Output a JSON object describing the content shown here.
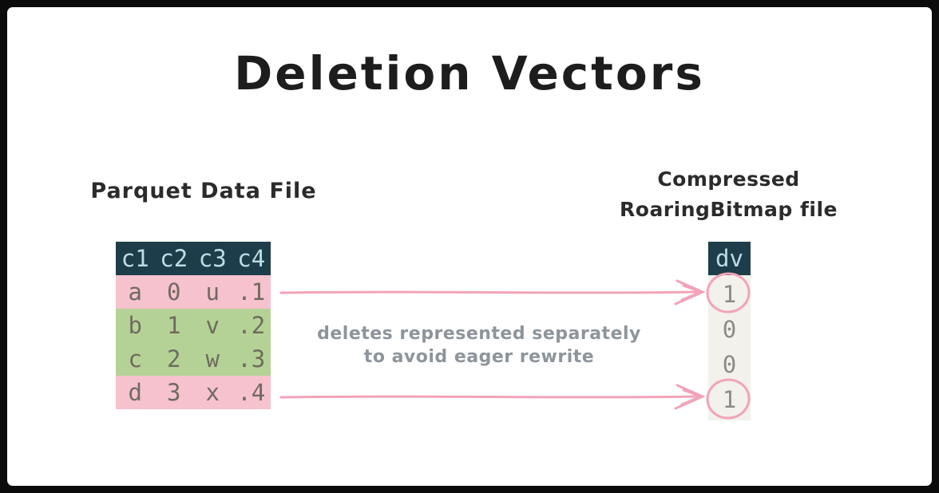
{
  "title": "Deletion Vectors",
  "parquet": {
    "label": "Parquet Data File",
    "headers": [
      "c1",
      "c2",
      "c3",
      "c4"
    ],
    "rows": [
      {
        "status": "deleted",
        "cells": [
          "a",
          "0",
          "u",
          ".1"
        ]
      },
      {
        "status": "live",
        "cells": [
          "b",
          "1",
          "v",
          ".2"
        ]
      },
      {
        "status": "live",
        "cells": [
          "c",
          "2",
          "w",
          ".3"
        ]
      },
      {
        "status": "deleted",
        "cells": [
          "d",
          "3",
          "x",
          ".4"
        ]
      }
    ]
  },
  "bitmap": {
    "label_line1": "Compressed",
    "label_line2": "RoaringBitmap file",
    "header": "dv",
    "values": [
      "1",
      "0",
      "0",
      "1"
    ],
    "circled": [
      true,
      false,
      false,
      true
    ]
  },
  "annotation": {
    "line1": "deletes represented separately",
    "line2": "to avoid eager rewrite"
  },
  "colors": {
    "frame": "#0b0b0b",
    "title_text": "#1d1d1d",
    "label_text": "#2b2b2b",
    "header_bg": "#1e3d4b",
    "header_text": "#bcdde6",
    "deleted_row_bg": "#f6c2cd",
    "live_row_bg": "#b5d296",
    "cell_text": "#6f6b60",
    "dv_body_bg": "#f3f1eb",
    "dv_text": "#8b8b86",
    "arrow": "#f2a3b8",
    "annotation_text": "#8e949b"
  }
}
